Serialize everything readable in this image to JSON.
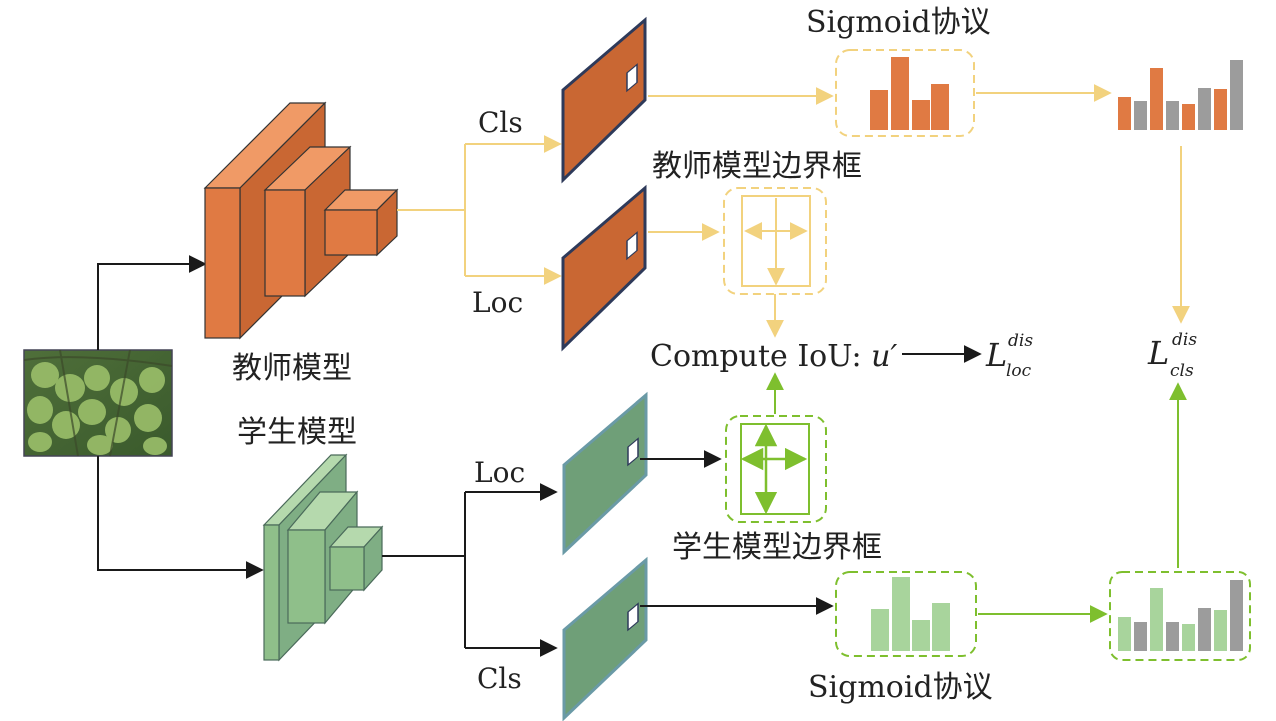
{
  "labels": {
    "teacher_model": "教师模型",
    "student_model": "学生模型",
    "teacher_cls": "Cls",
    "teacher_loc": "Loc",
    "student_loc": "Loc",
    "student_cls": "Cls",
    "sigmoid_top": "Sigmoid协议",
    "sigmoid_bottom": "Sigmoid协议",
    "teacher_bbox": "教师模型边界框",
    "student_bbox": "学生模型边界框",
    "compute_iou": "Compute IoU:",
    "compute_iou_var": "u′",
    "loss_loc_main": "L",
    "loss_loc_sup": "dis",
    "loss_loc_sub": "loc",
    "loss_cls_main": "L",
    "loss_cls_sup": "dis",
    "loss_cls_sub": "cls"
  },
  "colors": {
    "teacher": "#e07a43",
    "teacher_dark": "#b95a26",
    "student": "#8fbf8a",
    "student_dark": "#5f8f68",
    "teacher_arrow": "#f2d27e",
    "student_arrow": "#7ebf2e",
    "black_arrow": "#1a1a1a",
    "gray_bar": "#9c9c9c"
  }
}
